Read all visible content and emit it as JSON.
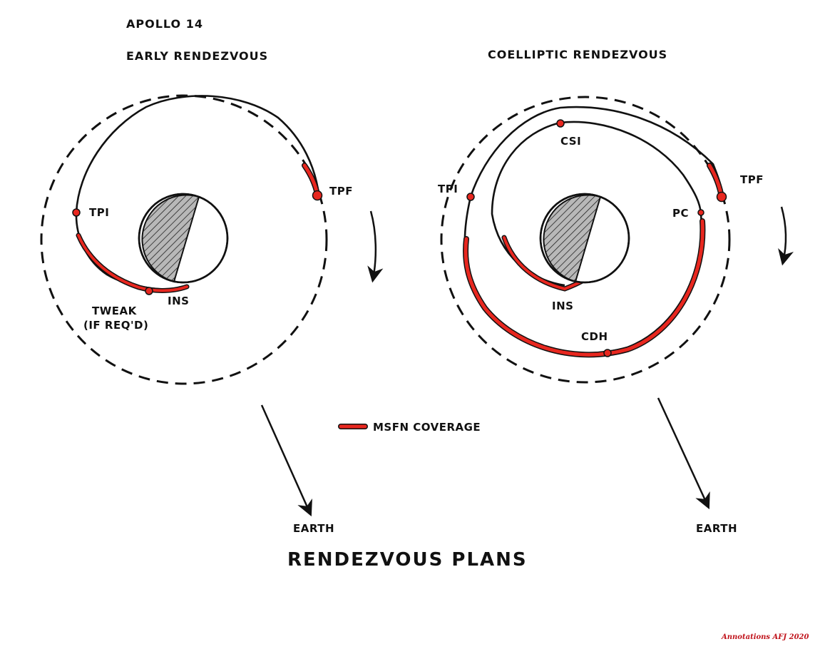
{
  "header": {
    "program": "APOLLO 14"
  },
  "left_plan": {
    "title": "EARLY RENDEZVOUS",
    "labels": {
      "tpi": "TPI",
      "tpf": "TPF",
      "tweak_line1": "TWEAK",
      "tweak_line2": "(IF REQ'D)",
      "ins": "INS",
      "earth": "EARTH"
    }
  },
  "right_plan": {
    "title": "COELLIPTIC RENDEZVOUS",
    "labels": {
      "csi": "CSI",
      "tpi": "TPI",
      "tpf": "TPF",
      "pc": "PC",
      "ins": "INS",
      "cdh": "CDH",
      "earth": "EARTH"
    }
  },
  "legend": {
    "coverage": "MSFN COVERAGE"
  },
  "footer": {
    "title": "RENDEZVOUS PLANS",
    "credit": "Annotations AFJ 2020"
  },
  "colors": {
    "coverage": "#e8271f",
    "ink": "#111111",
    "moon_shade": "#b8b8b8",
    "credit": "#c0141c"
  }
}
